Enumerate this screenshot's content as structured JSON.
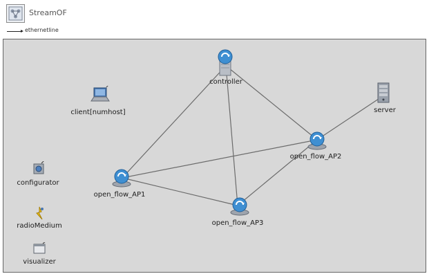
{
  "network": {
    "title": "StreamOF",
    "icon": "network-icon",
    "legend": {
      "line_label": "ethernetline",
      "line_color": "#222222"
    }
  },
  "canvas": {
    "background": "#d8d8d8",
    "link_color": "#6b6b6b"
  },
  "nodes": {
    "controller": {
      "label": "controller",
      "icon": "openflow-controller-icon"
    },
    "server": {
      "label": "server",
      "icon": "server-icon"
    },
    "client": {
      "label": "client[numhost]",
      "icon": "laptop-icon"
    },
    "ap1": {
      "label": "open_flow_AP1",
      "icon": "openflow-switch-icon"
    },
    "ap2": {
      "label": "open_flow_AP2",
      "icon": "openflow-switch-icon"
    },
    "ap3": {
      "label": "open_flow_AP3",
      "icon": "openflow-switch-icon"
    },
    "configurator": {
      "label": "configurator",
      "icon": "configurator-icon"
    },
    "radio": {
      "label": "radioMedium",
      "icon": "radio-medium-icon"
    },
    "visualizer": {
      "label": "visualizer",
      "icon": "visualizer-icon"
    }
  }
}
